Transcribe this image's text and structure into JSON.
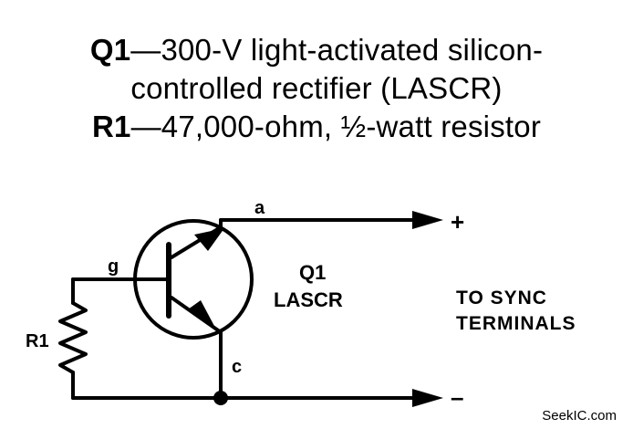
{
  "parts_list": {
    "q1_ref": "Q1",
    "q1_desc_line1": "—300-V light-activated silicon-",
    "q1_desc_line2": "controlled rectifier (LASCR)",
    "r1_ref": "R1",
    "r1_desc": "—47,000-ohm, ½-watt resistor"
  },
  "schematic": {
    "anode_label": "a",
    "gate_label": "g",
    "cathode_label": "c",
    "q1_label": "Q1",
    "q1_type": "LASCR",
    "r1_label": "R1",
    "plus_terminal": "+",
    "minus_terminal": "–",
    "output_line1": "TO SYNC",
    "output_line2": "TERMINALS"
  },
  "watermark": "SeekIC.com"
}
